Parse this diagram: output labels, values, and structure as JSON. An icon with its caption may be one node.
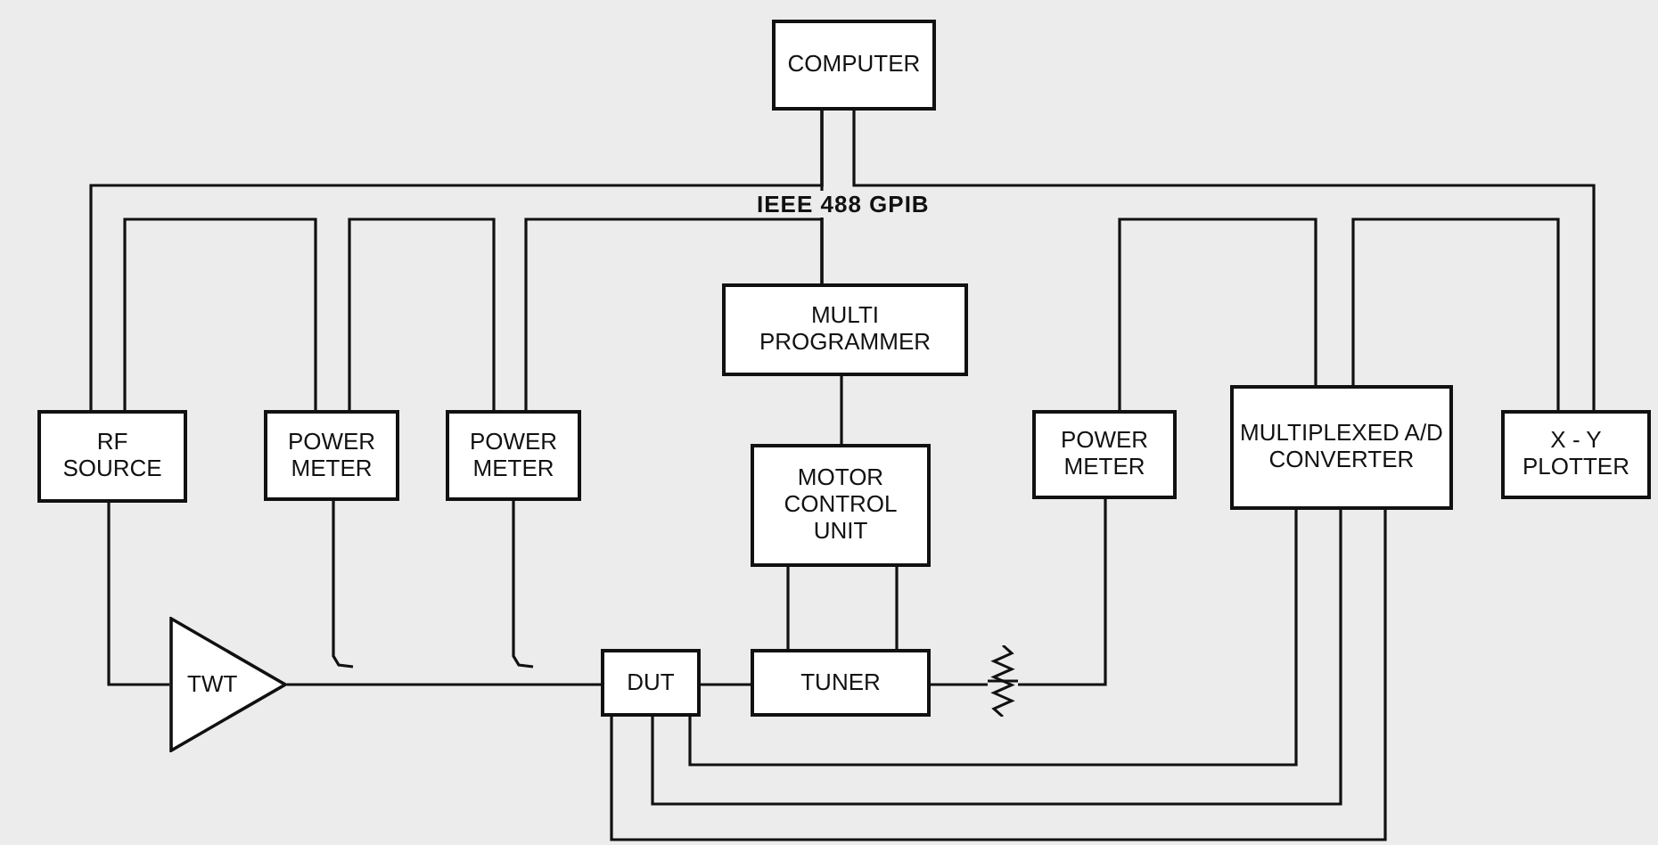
{
  "diagram": {
    "nodes": [
      {
        "text": [
          "COMPUTER"
        ]
      },
      {
        "text": [
          "MULTI PROGRAMMER"
        ]
      },
      {
        "text": [
          "RF SOURCE"
        ]
      },
      {
        "text": [
          "POWER METER"
        ]
      },
      {
        "text": [
          "POWER METER"
        ]
      },
      {
        "text": [
          "MOTOR CONTROL UNIT"
        ]
      },
      {
        "text": [
          "POWER METER"
        ]
      },
      {
        "text": [
          "MULTIPLEXED A/D CONVERTER"
        ]
      },
      {
        "text": [
          "X - Y PLOTTER"
        ]
      },
      {
        "text": [
          "TWT"
        ]
      },
      {
        "text": [
          "DUT"
        ]
      },
      {
        "text": [
          "TUNER"
        ]
      },
      {
        "text": [],
        "shape": "resistor"
      }
    ],
    "edges": [
      {
        "from": 0,
        "to": 2,
        "arrow": "none"
      },
      {
        "from": 0,
        "to": 8,
        "arrow": "none"
      },
      {
        "from": 0,
        "to": 1,
        "arrow": "none"
      },
      {
        "from": 2,
        "to": 3,
        "arrow": "none"
      },
      {
        "from": 3,
        "to": 4,
        "arrow": "none"
      },
      {
        "from": 4,
        "to": 1,
        "arrow": "none"
      },
      {
        "from": 6,
        "to": 7,
        "arrow": "none"
      },
      {
        "from": 7,
        "to": 8,
        "arrow": "none"
      },
      {
        "from": 1,
        "to": 5,
        "arrow": "none"
      },
      {
        "from": 5,
        "to": 11,
        "arrow": "none"
      },
      {
        "from": 5,
        "to": 11,
        "arrow": "none"
      },
      {
        "from": 2,
        "to": 9,
        "arrow": "none"
      },
      {
        "from": 9,
        "to": 10,
        "arrow": "none"
      },
      {
        "from": 3,
        "to": null,
        "arrow": "none"
      },
      {
        "from": 4,
        "to": null,
        "arrow": "none"
      },
      {
        "from": 10,
        "to": 11,
        "arrow": "none"
      },
      {
        "from": 11,
        "to": 12,
        "arrow": "none"
      },
      {
        "from": 12,
        "to": 6,
        "arrow": "none"
      },
      {
        "from": 10,
        "to": 7,
        "arrow": "none"
      },
      {
        "from": 10,
        "to": 7,
        "arrow": "none"
      },
      {
        "from": 10,
        "to": 7,
        "arrow": "none"
      }
    ],
    "labels": [
      "IEEE 488 GPIB"
    ]
  }
}
